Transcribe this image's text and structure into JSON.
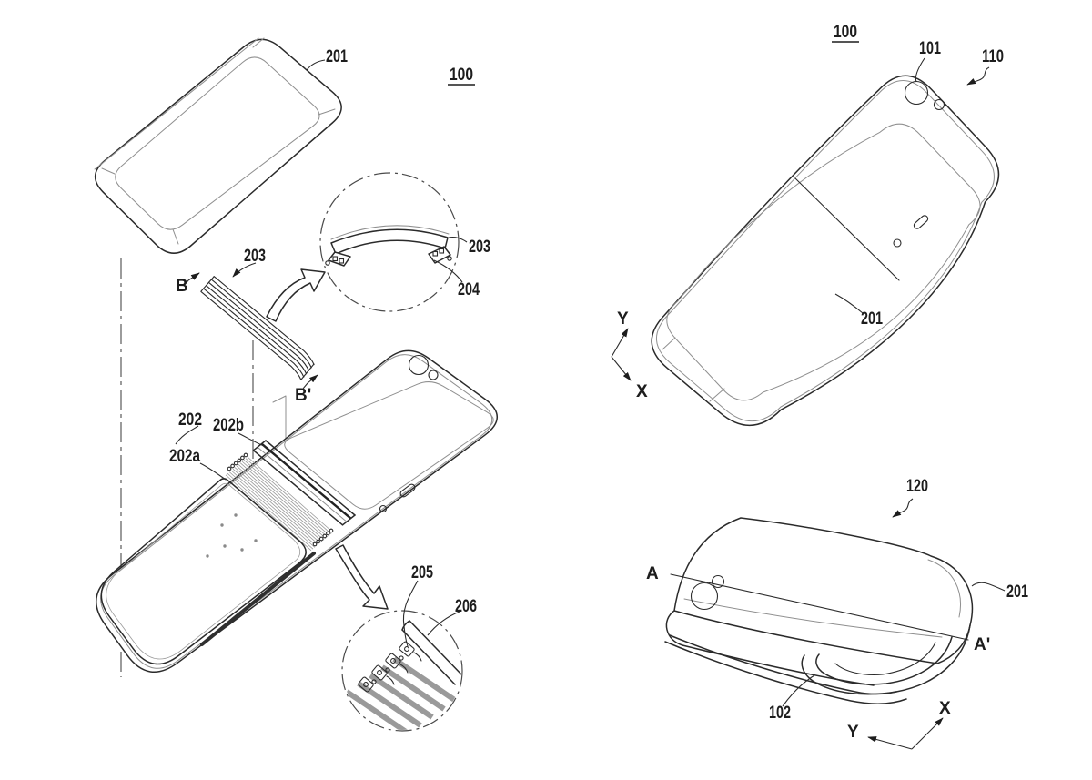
{
  "figures": {
    "exploded": {
      "ref": "100",
      "cover": "201",
      "cable": "203",
      "section_start": "B",
      "section_end": "B'",
      "detail_cable": {
        "cable": "203",
        "connector_foot": "204"
      },
      "display": {
        "assembly": "202",
        "flexible_area": "202a",
        "support_rail": "202b"
      },
      "detail_connector": {
        "contacts": "205",
        "plate": "206"
      }
    },
    "assembled": {
      "ref": "100",
      "camera": "101",
      "device": "110",
      "cover": "201",
      "axis_y": "Y",
      "axis_x": "X"
    },
    "folded": {
      "device": "120",
      "section_start": "A",
      "section_end": "A'",
      "cover": "201",
      "folded_edge": "102",
      "axis_y": "Y",
      "axis_x": "X"
    }
  }
}
